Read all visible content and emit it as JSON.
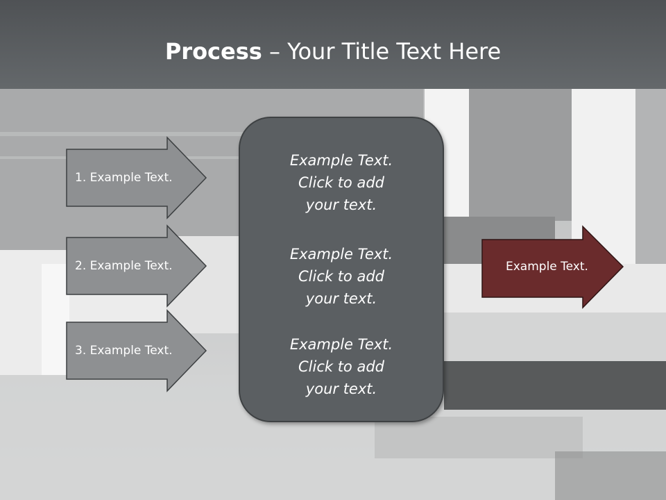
{
  "header": {
    "title_bold": "Process",
    "title_rest": " – Your Title Text Here"
  },
  "steps": [
    {
      "label": "1. Example Text."
    },
    {
      "label": "2. Example Text."
    },
    {
      "label": "3. Example Text."
    }
  ],
  "center": {
    "blocks": [
      {
        "line1": "Example Text.",
        "line2": "Click  to add",
        "line3": "your text."
      },
      {
        "line1": "Example Text.",
        "line2": "Click  to add",
        "line3": "your text."
      },
      {
        "line1": "Example Text.",
        "line2": "Click  to add",
        "line3": "your text."
      }
    ]
  },
  "result": {
    "label": "Example Text."
  },
  "colors": {
    "step_fill": "#8e9092",
    "center_fill": "#5b5f62",
    "result_fill": "#6a2b2c",
    "header": "#5a5e61"
  }
}
